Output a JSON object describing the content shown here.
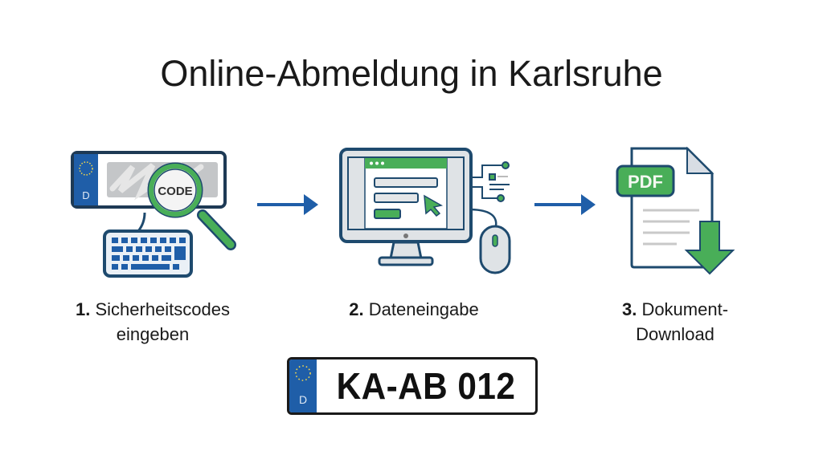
{
  "title": "Online-Abmeldung in Karlsruhe",
  "colors": {
    "blue": "#1f5ea8",
    "green": "#3fa34d",
    "outline": "#1e4a6e",
    "arrow": "#1f5ea8"
  },
  "steps": [
    {
      "number": "1.",
      "label_line1": "Sicherheitscodes",
      "label_line2": "eingeben",
      "icon": "license-plate-magnifier-keyboard-icon",
      "code_text": "CODE",
      "plate_country": "D"
    },
    {
      "number": "2.",
      "label_line1": "Dateneingabe",
      "icon": "computer-form-mouse-icon"
    },
    {
      "number": "3.",
      "label_line1": "Dokument-",
      "label_line2": "Download",
      "icon": "pdf-download-icon",
      "pdf_text": "PDF"
    }
  ],
  "plate": {
    "country": "D",
    "number": "KA-AB 012"
  }
}
